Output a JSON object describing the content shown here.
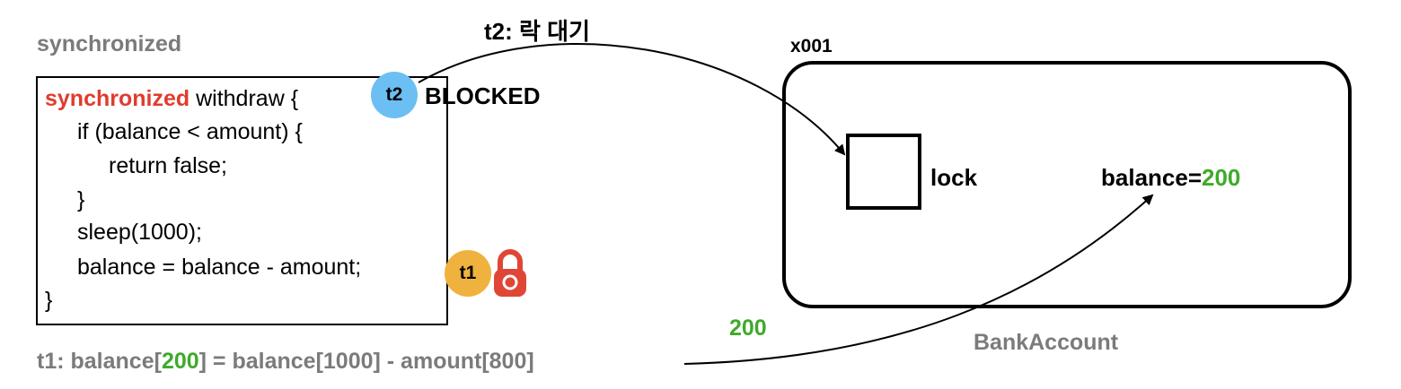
{
  "diagram": {
    "section_title": "synchronized",
    "wait_label": "t2: 락 대기",
    "code": {
      "line1_keyword": "synchronized",
      "line1_rest": " withdraw {",
      "line2": "if (balance < amount) {",
      "line3": "return false;",
      "line4": "}",
      "line5": "sleep(1000);",
      "line6": "balance = balance - amount;",
      "line7": "}"
    },
    "threads": {
      "t2_label": "t2",
      "t2_state": "BLOCKED",
      "t1_label": "t1"
    },
    "object": {
      "address": "x001",
      "lock_label": "lock",
      "balance_prefix": "balance=",
      "balance_value": "200",
      "class_name": "BankAccount"
    },
    "calc": {
      "prefix": "t1: balance[",
      "result": "200",
      "rest": "] = balance[1000] - amount[800]",
      "transfer_value": "200"
    },
    "colors": {
      "keyword": "#e03c2f",
      "highlight": "#3faa2b",
      "t2_badge": "#6cbff2",
      "t1_badge": "#f0b23e",
      "lock_icon": "#e04636"
    },
    "icons": [
      "padlock-icon"
    ]
  }
}
